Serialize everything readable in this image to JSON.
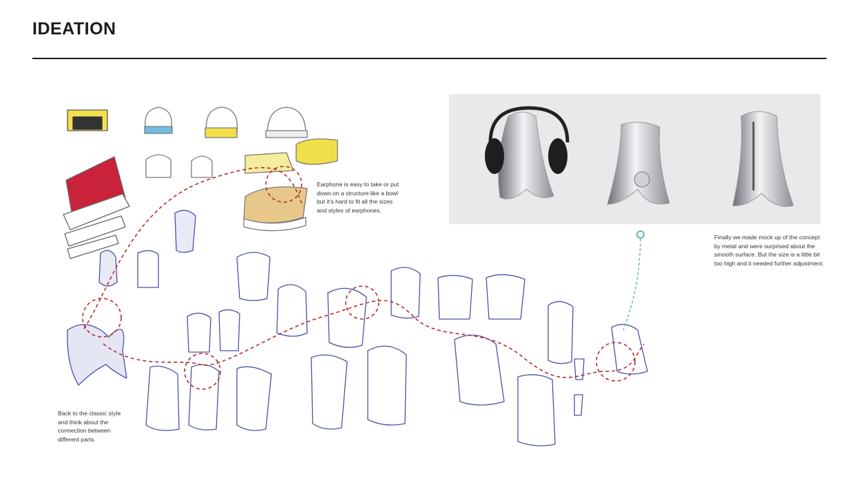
{
  "header": {
    "title": "IDEATION"
  },
  "notes": {
    "top": "Earphone is easy to take or put\ndown on a structure like a bowl\nbut it's hard to fit all the sizes\nand styles of earphones.",
    "right": "Finally we made mock up of the concept\nby metal and were surprised about the\nsmooth surface. But the size is a little bit\n too high and it needed further adjustment.",
    "left": "Back to the classic style\nand think about the\nconnection between\ndifferent parts."
  },
  "colors": {
    "ink": "#4a4fa8",
    "path": "#b52a2a",
    "connector": "#5fb7aa",
    "yellow": "#f2e04a",
    "red": "#c8233a",
    "metal": "#b9bcc2"
  },
  "icons": [
    "headphone-stand-sketch",
    "mockup-photo",
    "dashed-path"
  ]
}
